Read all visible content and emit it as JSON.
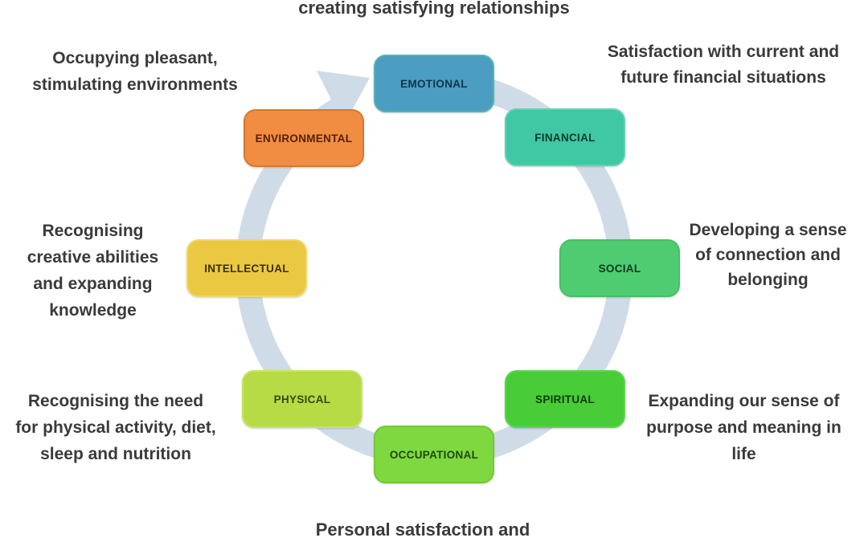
{
  "canvas": {
    "background": "#ffffff"
  },
  "ring": {
    "color": "#cfdce8"
  },
  "dimensions": {
    "emotional": {
      "label": "EMOTIONAL",
      "fill": "#4b9dc1",
      "border": "#55b4b0",
      "text": "#12354d"
    },
    "financial": {
      "label": "FINANCIAL",
      "fill": "#40c7a3",
      "border": "#5ed3b4",
      "text": "#0c3a2b"
    },
    "social": {
      "label": "SOCIAL",
      "fill": "#4fcb72",
      "border": "#45c065",
      "text": "#0f3a1c"
    },
    "spiritual": {
      "label": "SPIRITUAL",
      "fill": "#48cc38",
      "border": "#5bd64c",
      "text": "#0e3a08"
    },
    "occupational": {
      "label": "OCCUPATIONAL",
      "fill": "#80d841",
      "border": "#71ca2f",
      "text": "#1c4a0b"
    },
    "physical": {
      "label": "PHYSICAL",
      "fill": "#b6db45",
      "border": "#c6e36a",
      "text": "#36470d"
    },
    "intellectual": {
      "label": "INTELLECTUAL",
      "fill": "#eac842",
      "border": "#f0d76a",
      "text": "#3a2f06"
    },
    "environmental": {
      "label": "ENVIRONMENTAL",
      "fill": "#f08d42",
      "border": "#d9772b",
      "text": "#571f08"
    }
  },
  "annotations": {
    "emotional": {
      "lines": [
        "creating satisfying relationships"
      ]
    },
    "financial": {
      "lines": [
        "Satisfaction with current and",
        "future financial situations"
      ]
    },
    "social": {
      "lines": [
        "Developing a sense",
        "of connection and",
        "belonging"
      ]
    },
    "spiritual": {
      "lines": [
        "Expanding our sense of",
        "purpose and meaning in",
        "life"
      ]
    },
    "occupational": {
      "lines": [
        "Personal satisfaction and"
      ]
    },
    "physical": {
      "lines": [
        "Recognising the need",
        "for physical activity, diet,",
        "sleep and nutrition"
      ]
    },
    "intellectual": {
      "lines": [
        "Recognising",
        "creative abilities",
        "and expanding",
        "knowledge"
      ]
    },
    "environmental": {
      "lines": [
        "Occupying pleasant,",
        "stimulating environments"
      ]
    }
  }
}
